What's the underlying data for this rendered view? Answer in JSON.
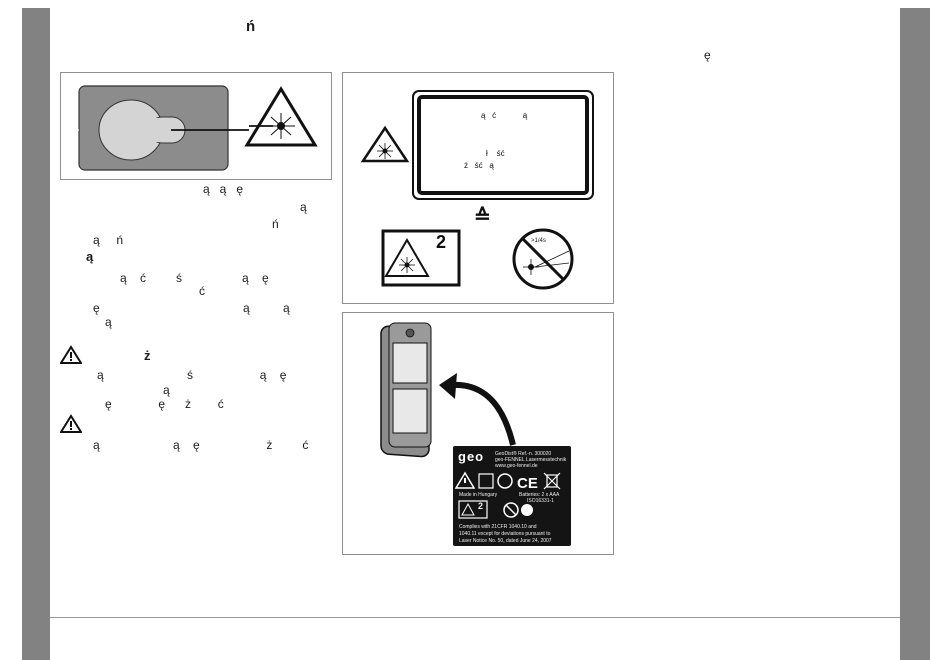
{
  "page": {
    "heading": "ń",
    "right_column_mark": "ę"
  },
  "left_column": {
    "lines": [
      {
        "text": "ą   ą   ę"
      },
      {
        "text": "ą"
      },
      {
        "text": "ń"
      },
      {
        "text": "ą     ń"
      },
      {
        "text": "ą"
      },
      {
        "text": "ą    ć         ś                  ą    ę"
      },
      {
        "text": "ć"
      },
      {
        "text": "ę                                           ą          ą"
      },
      {
        "text": "ą"
      },
      {
        "text": "ż"
      },
      {
        "text": "ą                         ś                    ą    ę"
      },
      {
        "text": "ą"
      },
      {
        "text": "ę              ę      ż        ć"
      },
      {
        "text": "ą                      ą    ę                    ż         ć"
      }
    ]
  },
  "laser_label": {
    "line1": "ą   ć            ą",
    "line2": "ł    ść",
    "line3": "ż   ść   ą",
    "equivalent_symbol": "≙",
    "class_number": "2",
    "no_stare_text": ">1/4s"
  },
  "device_sticker": {
    "logo": "geo",
    "header_lines": [
      "GeoDist® Ref.-n. 300020",
      "geo-FENNEL Lasermesstechnik",
      "www.geo-fennel.de"
    ],
    "made_in": "Made in Hungary",
    "batteries": "Batteries: 2 x AAA",
    "standard": "ISO16331-1",
    "class_number": "2",
    "compliance": [
      "Complies with 21CFR 1040.10 and",
      "1040.11 except for deviations pursuant to",
      "Laser Notice No. 50, dated June 24, 2007"
    ]
  }
}
